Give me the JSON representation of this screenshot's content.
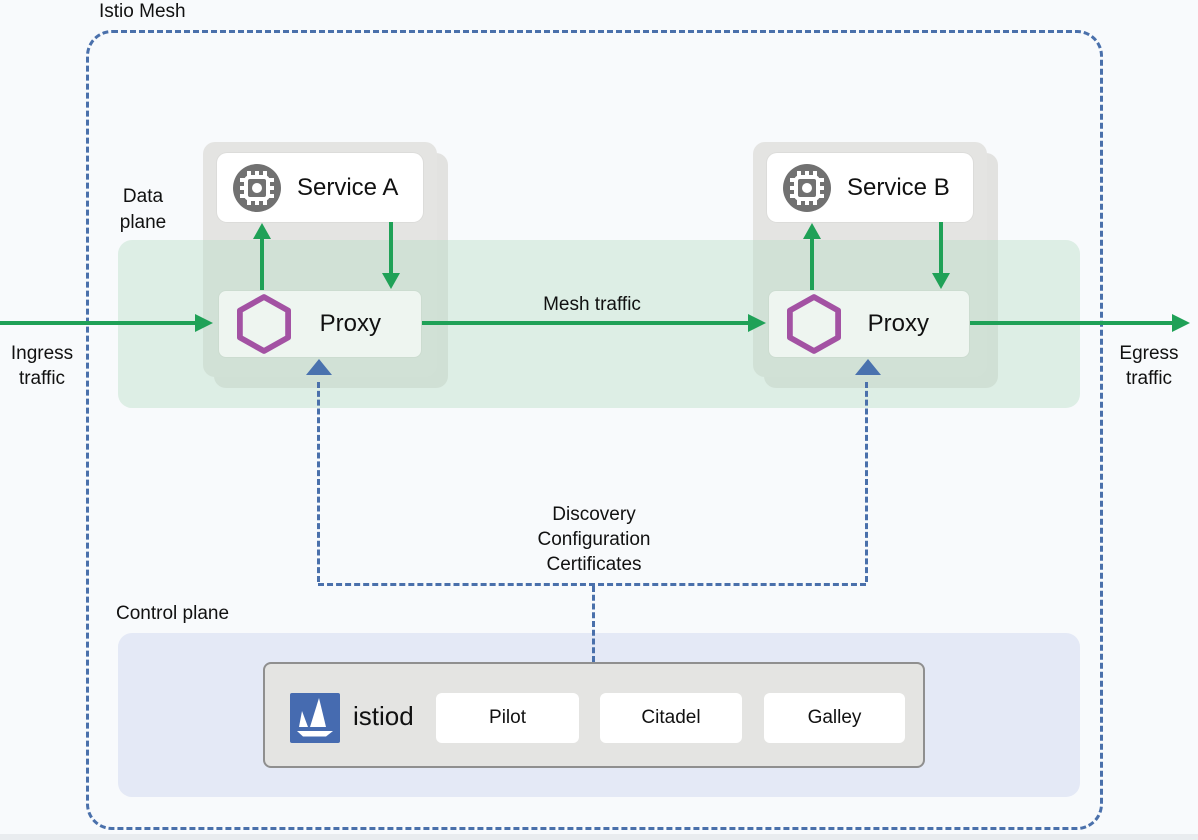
{
  "title": "Istio Mesh",
  "planes": {
    "data": "Data plane",
    "control": "Control plane"
  },
  "traffic": {
    "ingress": [
      "Ingress",
      "traffic"
    ],
    "egress": [
      "Egress",
      "traffic"
    ],
    "mesh": "Mesh traffic"
  },
  "groups": [
    {
      "service": "Service A",
      "proxy": "Proxy"
    },
    {
      "service": "Service B",
      "proxy": "Proxy"
    }
  ],
  "connector": {
    "lines": [
      "Discovery",
      "Configuration",
      "Certificates"
    ]
  },
  "istiod": {
    "name": "istiod",
    "components": [
      "Pilot",
      "Citadel",
      "Galley"
    ]
  },
  "colors": {
    "arrow_green": "#1fa157",
    "dashed_blue": "#4a70ab",
    "istio_blue": "#466bb0",
    "envoy_purple": "#a352a3",
    "service_icon_gray": "#717171",
    "group_gray": "#e4e4e2",
    "data_plane_bg": "#dfeee5",
    "control_plane_bg": "#e4e9f6",
    "background": "#f8fafc"
  }
}
